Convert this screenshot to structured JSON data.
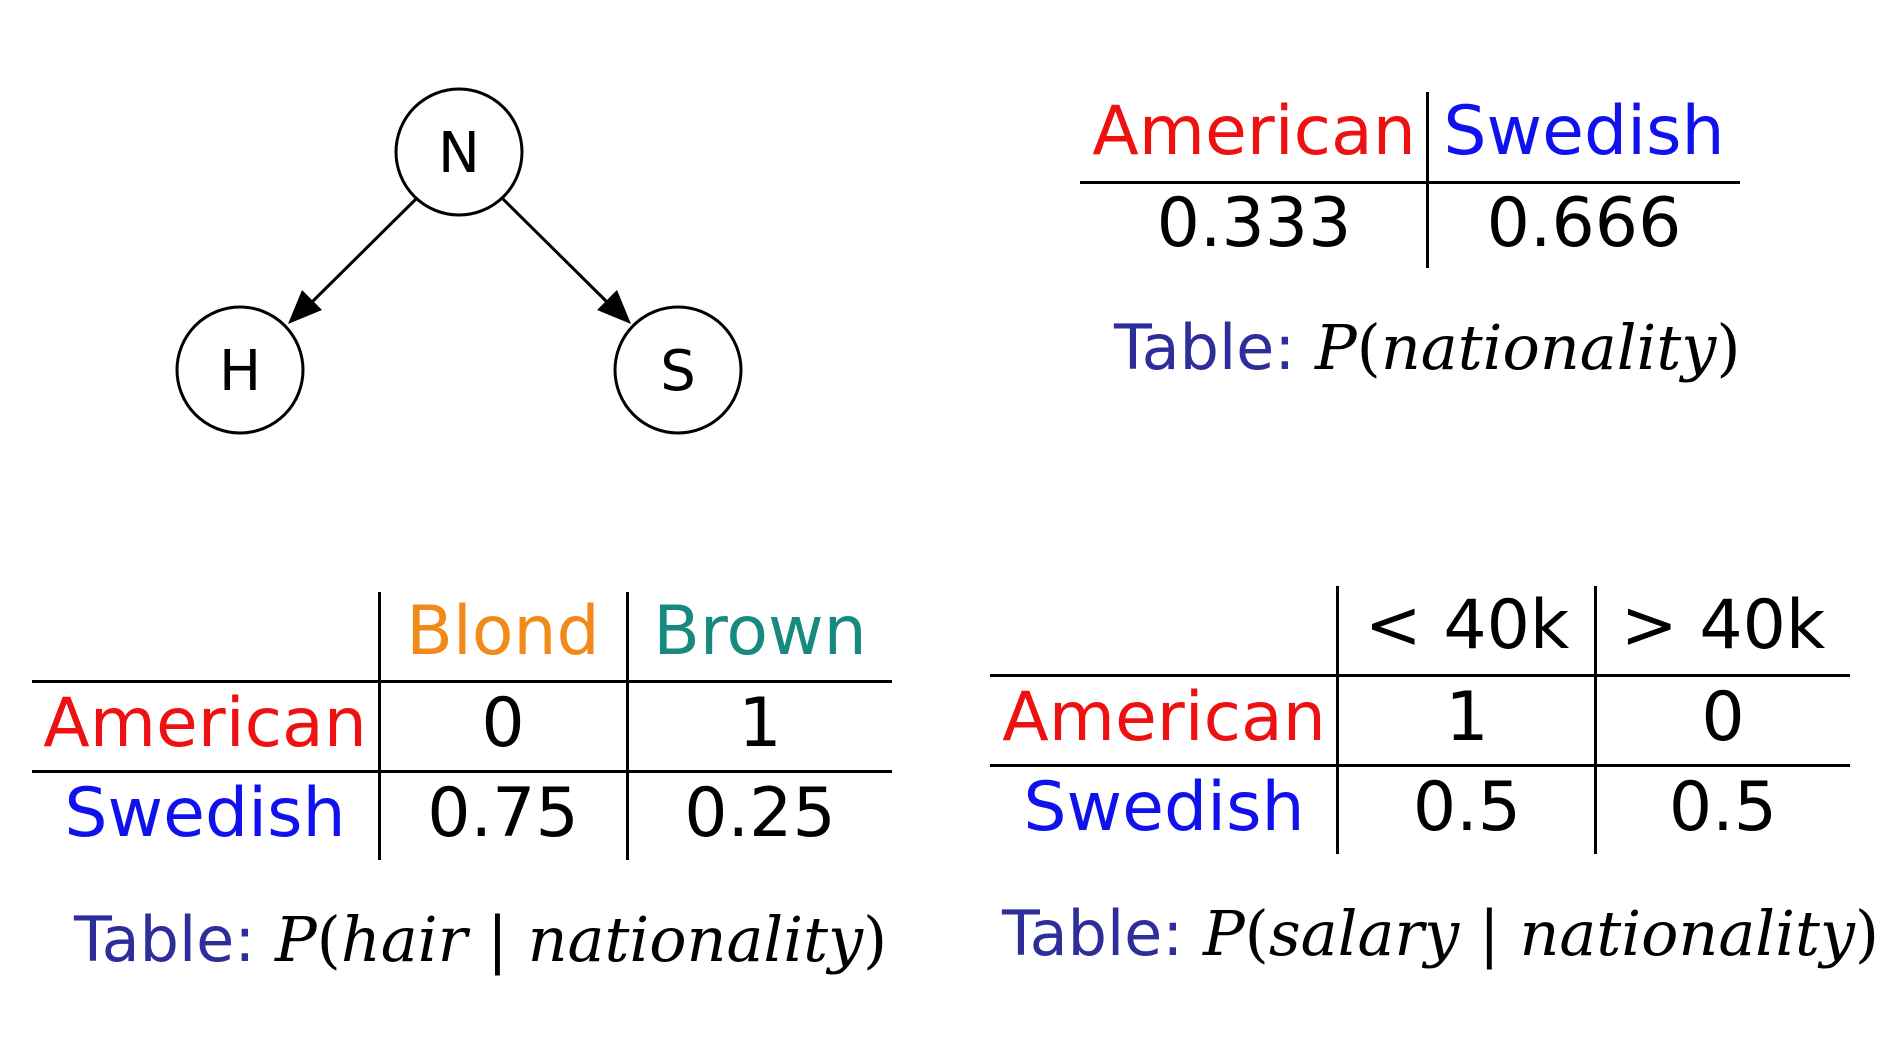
{
  "colors": {
    "american": "#ee1111",
    "swedish": "#1111ee",
    "blond": "#f28a1a",
    "brown": "#178a80",
    "caption": "#2e2e9a",
    "ink": "#000000"
  },
  "network": {
    "nodes": {
      "n": "N",
      "h": "H",
      "s": "S"
    },
    "edges": [
      {
        "from": "N",
        "to": "H"
      },
      {
        "from": "N",
        "to": "S"
      }
    ]
  },
  "nationality_table": {
    "headers": [
      "American",
      "Swedish"
    ],
    "values": [
      "0.333",
      "0.666"
    ],
    "caption_prefix": "Table:",
    "caption_func": "P",
    "caption_arg": "nationality"
  },
  "hair_table": {
    "columns": [
      "Blond",
      "Brown"
    ],
    "rows": [
      {
        "label": "American",
        "values": [
          "0",
          "1"
        ]
      },
      {
        "label": "Swedish",
        "values": [
          "0.75",
          "0.25"
        ]
      }
    ],
    "caption_prefix": "Table:",
    "caption_func": "P",
    "caption_arg1": "hair",
    "caption_bar": "|",
    "caption_arg2": "nationality"
  },
  "salary_table": {
    "columns": [
      "< 40k",
      "> 40k"
    ],
    "rows": [
      {
        "label": "American",
        "values": [
          "1",
          "0"
        ]
      },
      {
        "label": "Swedish",
        "values": [
          "0.5",
          "0.5"
        ]
      }
    ],
    "caption_prefix": "Table:",
    "caption_func": "P",
    "caption_arg1": "salary",
    "caption_bar": "|",
    "caption_arg2": "nationality"
  }
}
